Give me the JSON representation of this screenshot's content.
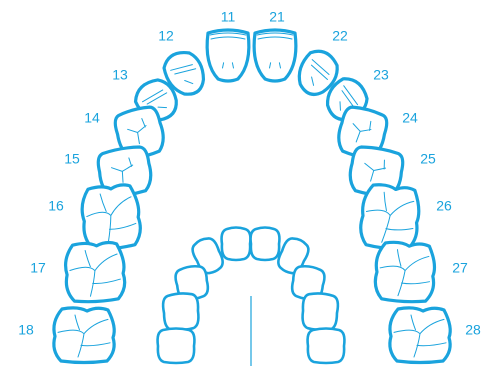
{
  "colors": {
    "stroke": "#1aa3dd",
    "label": "#1aa3dd",
    "fill": "#ffffff"
  },
  "teeth": [
    {
      "id": "11",
      "type": "incisor",
      "label": "11"
    },
    {
      "id": "12",
      "type": "lateral",
      "label": "12"
    },
    {
      "id": "13",
      "type": "canine",
      "label": "13"
    },
    {
      "id": "14",
      "type": "premolar",
      "label": "14"
    },
    {
      "id": "15",
      "type": "premolar",
      "label": "15"
    },
    {
      "id": "16",
      "type": "molar",
      "label": "16"
    },
    {
      "id": "17",
      "type": "molar",
      "label": "17"
    },
    {
      "id": "18",
      "type": "molar",
      "label": "18"
    },
    {
      "id": "21",
      "type": "incisor",
      "label": "21"
    },
    {
      "id": "22",
      "type": "lateral",
      "label": "22"
    },
    {
      "id": "23",
      "type": "canine",
      "label": "23"
    },
    {
      "id": "24",
      "type": "premolar",
      "label": "24"
    },
    {
      "id": "25",
      "type": "premolar",
      "label": "25"
    },
    {
      "id": "26",
      "type": "molar",
      "label": "26"
    },
    {
      "id": "27",
      "type": "molar",
      "label": "27"
    },
    {
      "id": "28",
      "type": "molar",
      "label": "28"
    }
  ],
  "primary_teeth_count": 10
}
